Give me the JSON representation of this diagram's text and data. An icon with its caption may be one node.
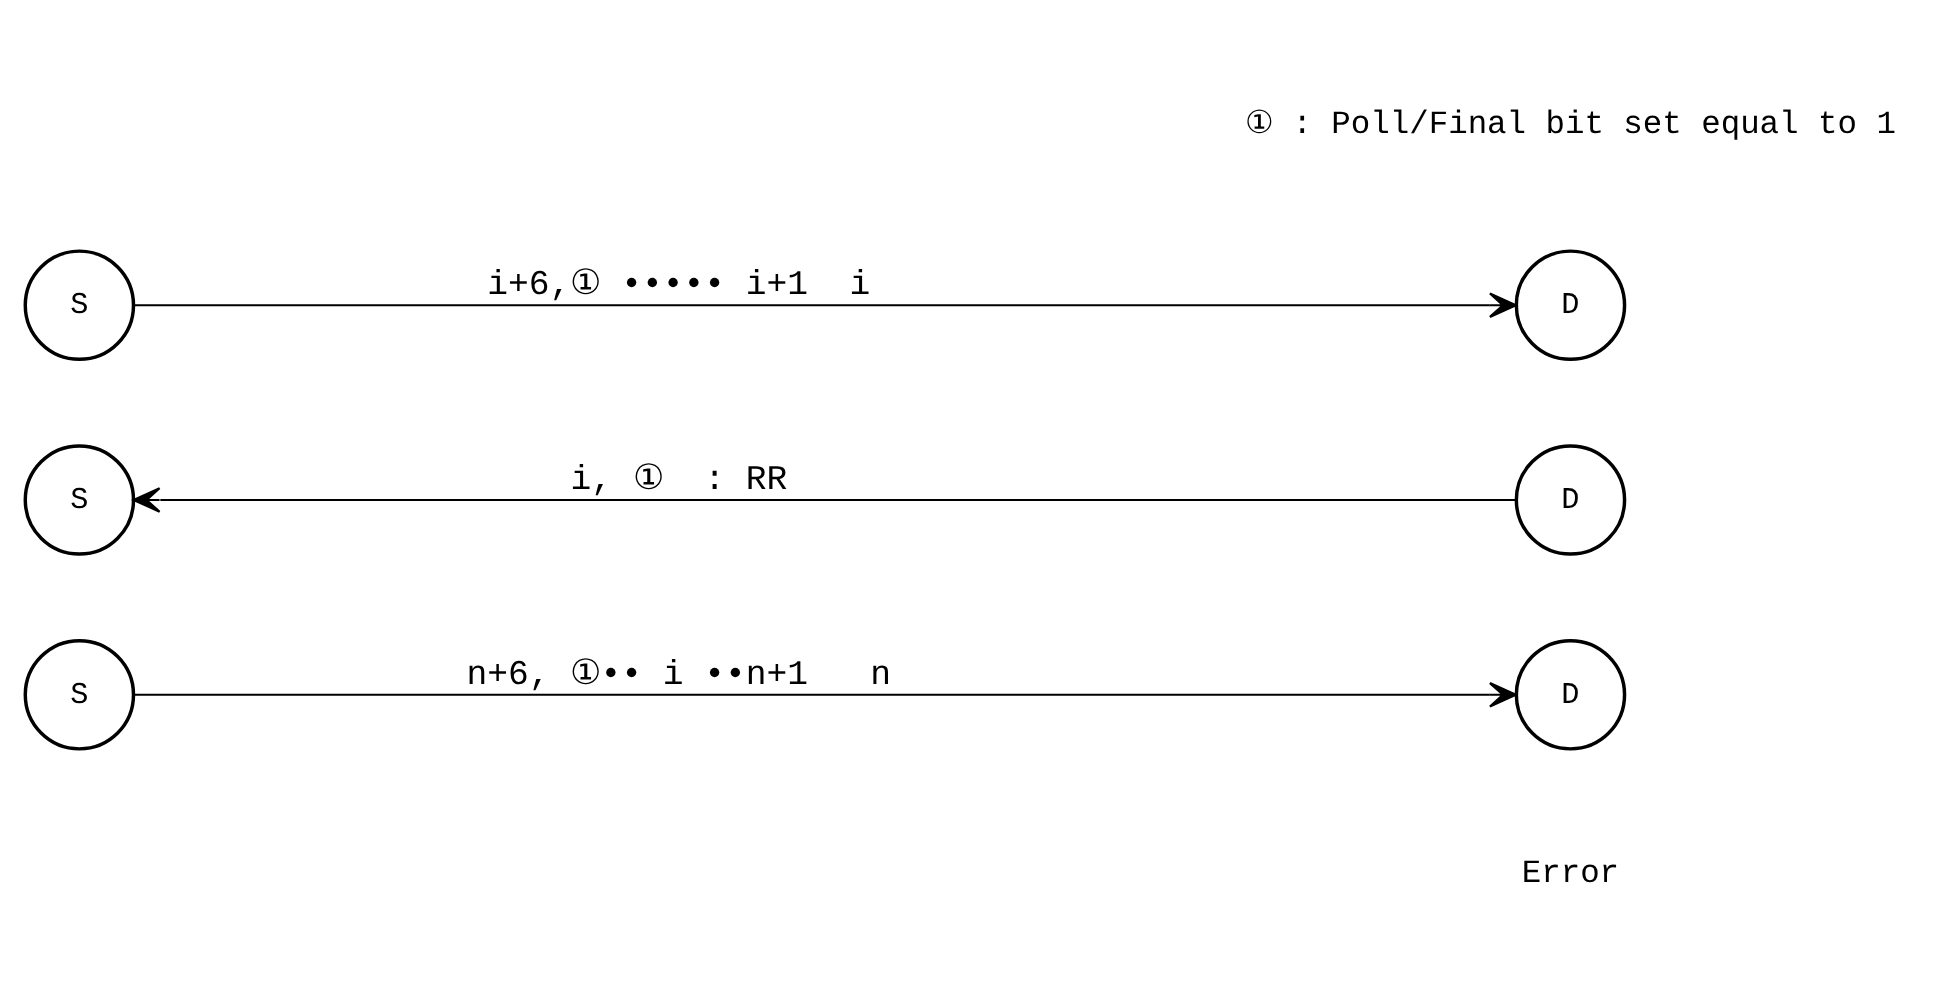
{
  "diagram": {
    "nodes": [
      {
        "text": [
          "S"
        ]
      },
      {
        "text": [
          "D"
        ]
      },
      {
        "text": [
          "S"
        ]
      },
      {
        "text": [
          "D"
        ]
      },
      {
        "text": [
          "S"
        ]
      },
      {
        "text": [
          "D"
        ]
      }
    ],
    "edges": [
      {
        "from": 0,
        "to": 1,
        "arrow": "to",
        "label": "n+6, ①•• i ••n+1   n"
      },
      {
        "from": 3,
        "to": 2,
        "arrow": "to",
        "label": "i, ①  : RR"
      },
      {
        "from": 4,
        "to": 5,
        "arrow": "to",
        "label": "i+6,① ••••• i+1  i"
      }
    ],
    "labels": [
      "Error",
      "① : Poll/Final bit set equal to 1"
    ]
  }
}
